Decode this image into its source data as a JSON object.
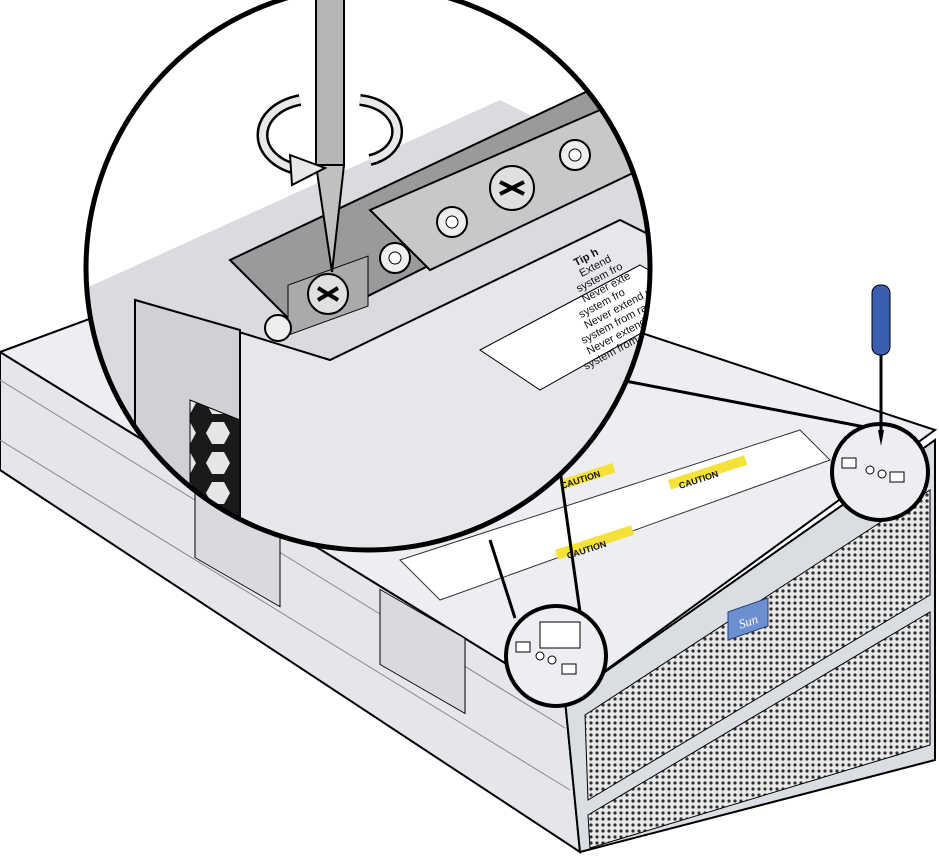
{
  "figure": {
    "label_text": {
      "title": "Tip h",
      "lines": [
        "Extend",
        "system fro",
        "Never exte",
        "system fro",
        "Never extend m",
        "system from rack",
        "Never extend mor",
        "system from rack"
      ]
    },
    "caution_labels": [
      "CAUTION",
      "CAUTION",
      "CAUTION"
    ],
    "logo": "Sun",
    "colors": {
      "chassis": "#ebedf0",
      "chassis_shadow": "#cfd2d7",
      "outline": "#000000",
      "caution_yellow": "#f5e13a",
      "screwdriver_blue": "#3a5fb0",
      "logo_blue": "#6b8fd0",
      "grille": "#3a3a3a"
    }
  }
}
